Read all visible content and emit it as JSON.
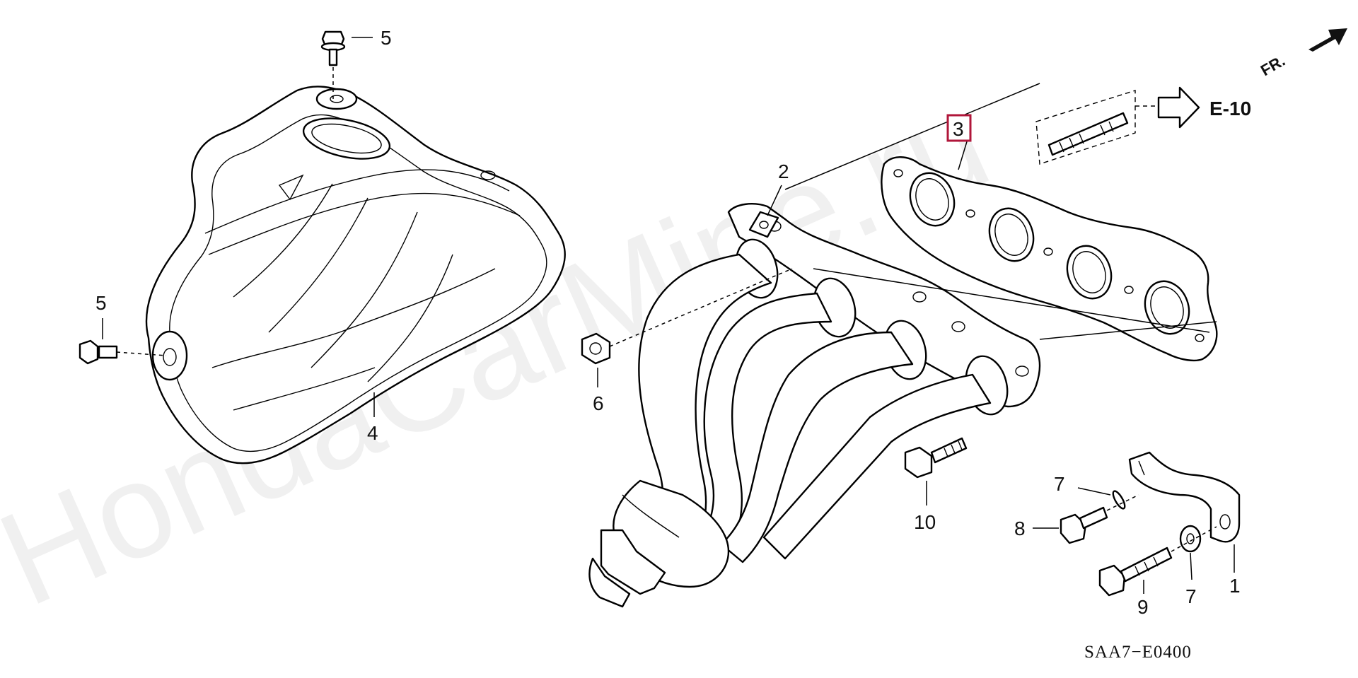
{
  "watermark": "HondaCarMine.ru",
  "callouts": {
    "c1": "1",
    "c2": "2",
    "c3": "3",
    "c4": "4",
    "c5a": "5",
    "c5b": "5",
    "c6": "6",
    "c7a": "7",
    "c7b": "7",
    "c8": "8",
    "c9": "9",
    "c10": "10"
  },
  "highlight_color": "#b0163a",
  "ref_label": "E-10",
  "direction_label": "FR.",
  "diagram_code": "SAA7−E0400"
}
